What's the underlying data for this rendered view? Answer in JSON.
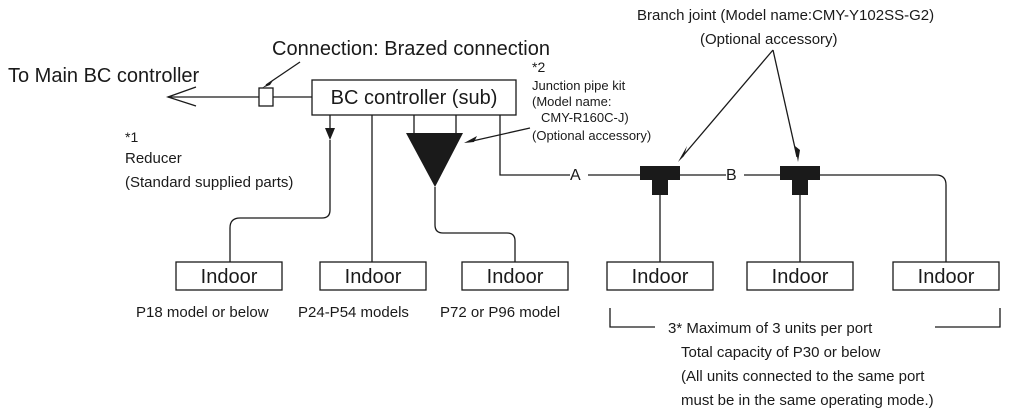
{
  "labels": {
    "branch_joint": "Branch joint (Model name:CMY-Y102SS-G2)",
    "branch_optional": "(Optional accessory)",
    "connection": "Connection: Brazed connection",
    "to_main": "To Main BC controller",
    "bc_sub": "BC controller (sub)",
    "note2_mark": "*2",
    "junction_line1": "Junction pipe kit",
    "junction_line2": "(Model name:",
    "junction_line3": "CMY-R160C-J)",
    "junction_line4": "(Optional accessory)",
    "note1_mark": "*1",
    "reducer": "Reducer",
    "reducer_std": "(Standard supplied parts)",
    "pipe_a": "A",
    "pipe_b": "B",
    "indoor": "Indoor",
    "model_p18": "P18 model or below",
    "model_p24": "P24-P54 models",
    "model_p72": "P72 or P96 model",
    "note3_line1": "3* Maximum of 3 units per port",
    "note3_line2": "Total capacity of P30 or below",
    "note3_line3": "(All units connected to the same port",
    "note3_line4": "must be in the same operating mode.)"
  },
  "colors": {
    "ink": "#1a1a1a",
    "background": "#ffffff"
  }
}
